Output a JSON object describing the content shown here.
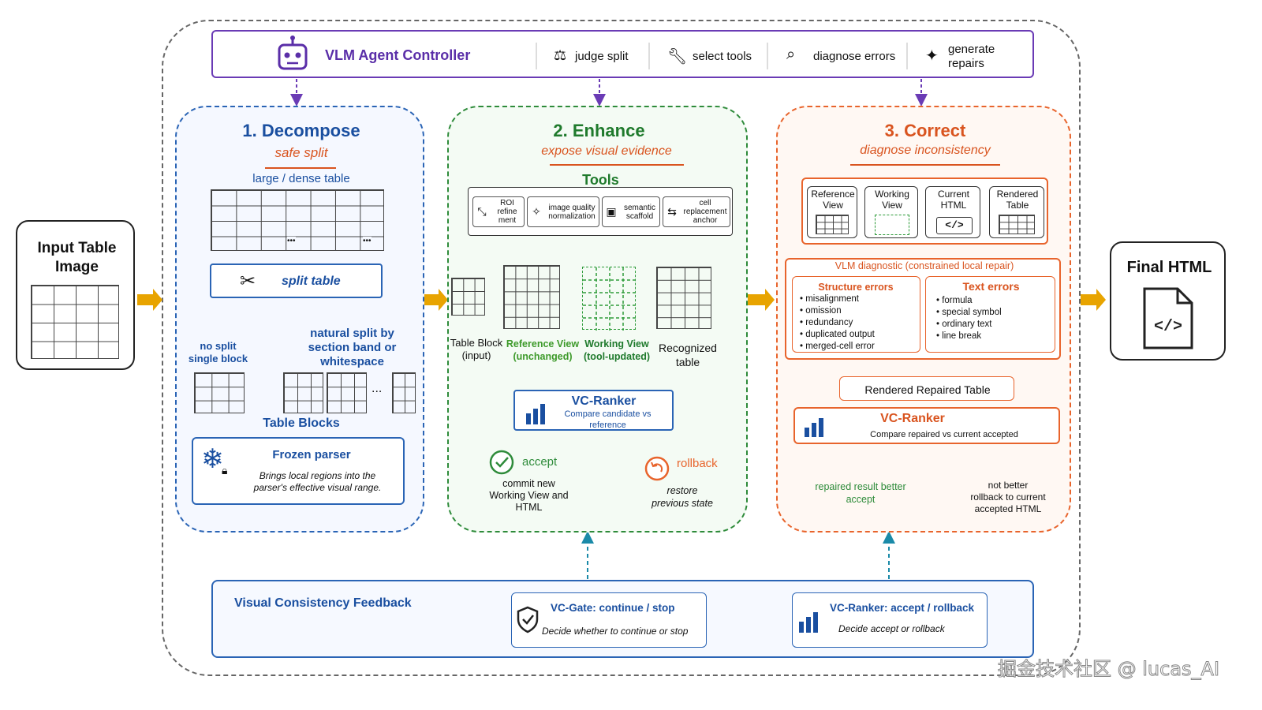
{
  "input": {
    "title": "Input Table\nImage"
  },
  "output": {
    "title": "Final HTML",
    "icon": "code-file-icon"
  },
  "controller": {
    "title": "VLM Agent Controller",
    "actions": [
      "judge split",
      "select tools",
      "diagnose errors",
      "generate\nrepairs"
    ],
    "icons": [
      "robot-icon",
      "scale-icon",
      "wrench-icon",
      "search-icon",
      "sparkle-icon"
    ]
  },
  "decompose": {
    "title": "1. Decompose",
    "subtitle": "safe split",
    "table_label": "large / dense table",
    "ellipsis": "•••",
    "split_button": "split table",
    "branch_left": "no split\nsingle block",
    "branch_right": "natural split by\nsection band or\nwhitespace",
    "dots": "...",
    "blocks_label": "Table Blocks",
    "parser_title": "Frozen parser",
    "parser_desc": "Brings local regions into the\nparser's effective visual range."
  },
  "enhance": {
    "title": "2. Enhance",
    "subtitle": "expose visual evidence",
    "tools_label": "Tools",
    "tools": [
      "ROI\nrefine\nment",
      "image quality\nnormalization",
      "semantic\nscaffold",
      "cell\nreplacement\nanchor"
    ],
    "table_block": "Table Block\n(input)",
    "reference_view": "Reference View\n(unchanged)",
    "working_view": "Working View\n(tool-updated)",
    "recognized": "Recognized\ntable",
    "ranker_title": "VC-Ranker",
    "ranker_desc": "Compare candidate vs\nreference",
    "accept": "accept",
    "accept_desc": "commit new\nWorking View and\nHTML",
    "rollback": "rollback",
    "rollback_desc": "restore\nprevious state"
  },
  "correct": {
    "title": "3. Correct",
    "subtitle": "diagnose inconsistency",
    "views": [
      "Reference\nView",
      "Working\nView",
      "Current\nHTML",
      "Rendered\nTable"
    ],
    "diag_label": "VLM diagnostic (constrained local repair)",
    "struct_title": "Structure errors",
    "struct_items": [
      "• misalignment",
      "• omission",
      "• redundancy",
      "• duplicated output",
      "• merged-cell error"
    ],
    "text_title": "Text errors",
    "text_items": [
      "• formula",
      "• special symbol",
      "• ordinary text",
      "• line break"
    ],
    "rendered_repaired": "Rendered Repaired Table",
    "ranker_title": "VC-Ranker",
    "ranker_desc": "Compare repaired vs current accepted",
    "better": "repaired result better\naccept",
    "not_better": "not better\nrollback to current\naccepted HTML"
  },
  "feedback": {
    "title": "Visual Consistency Feedback",
    "gate_title": "VC-Gate: continue / stop",
    "gate_desc": "Decide whether to continue or stop",
    "ranker_title": "VC-Ranker: accept / rollback",
    "ranker_desc": "Decide accept or rollback"
  },
  "watermark": "掘金技术社区 @ lucas_AI",
  "colors": {
    "blue": "#1a4fa0",
    "green": "#1f7a2c",
    "orange": "#d9541f",
    "purple": "#6a3bb5",
    "arrow_gold": "#e8a400"
  }
}
